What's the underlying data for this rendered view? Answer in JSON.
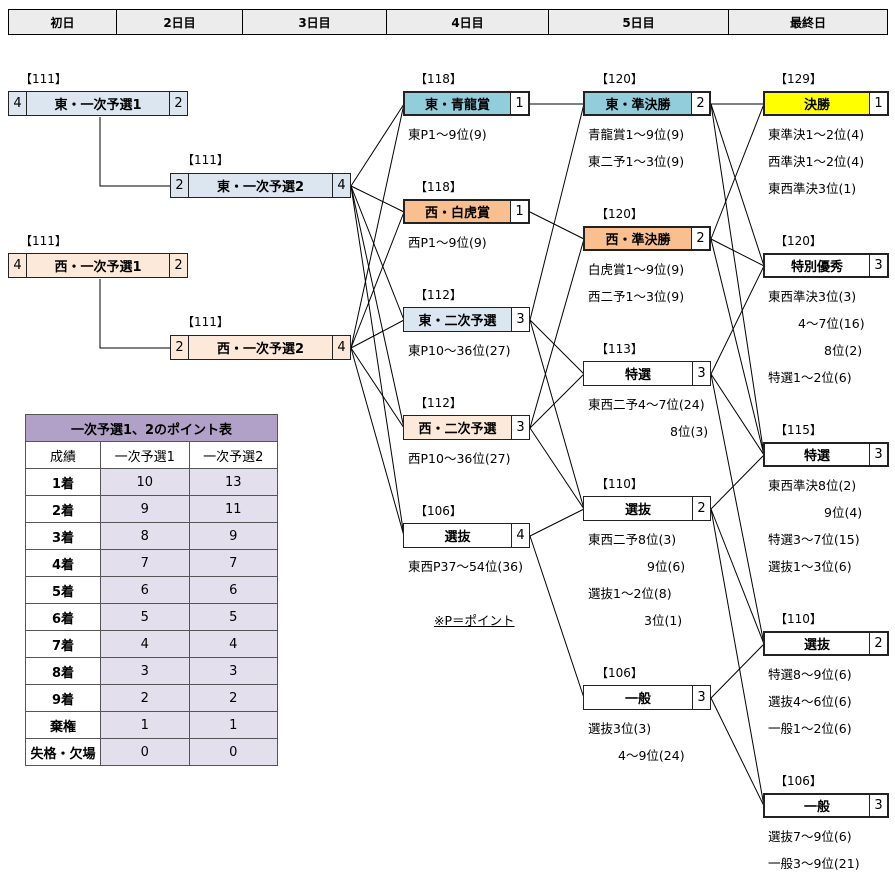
{
  "days": [
    "初日",
    "2日目",
    "3日目",
    "4日目",
    "5日目",
    "最終日"
  ],
  "races": {
    "e1a": {
      "code": "【111】",
      "label": "東・一次予選1",
      "left": "4",
      "right": "2"
    },
    "e1b": {
      "code": "【111】",
      "label": "東・一次予選2",
      "left": "2",
      "right": "4"
    },
    "w1a": {
      "code": "【111】",
      "label": "西・一次予選1",
      "left": "4",
      "right": "2"
    },
    "w1b": {
      "code": "【111】",
      "label": "西・一次予選2",
      "left": "2",
      "right": "4"
    },
    "seiryu": {
      "code": "【118】",
      "label": "東・青龍賞",
      "right": "1"
    },
    "byakko": {
      "code": "【118】",
      "label": "西・白虎賞",
      "right": "1"
    },
    "e2": {
      "code": "【112】",
      "label": "東・二次予選",
      "right": "3"
    },
    "w2": {
      "code": "【112】",
      "label": "西・二次予選",
      "right": "3"
    },
    "senbatsu4": {
      "code": "【106】",
      "label": "選抜",
      "right": "4"
    },
    "esemi": {
      "code": "【120】",
      "label": "東・準決勝",
      "right": "2"
    },
    "wsemi": {
      "code": "【120】",
      "label": "西・準決勝",
      "right": "2"
    },
    "tokusen5": {
      "code": "【113】",
      "label": "特選",
      "right": "3"
    },
    "senbatsu5": {
      "code": "【110】",
      "label": "選抜",
      "right": "2"
    },
    "ippan5": {
      "code": "【106】",
      "label": "一般",
      "right": "3"
    },
    "final": {
      "code": "【129】",
      "label": "決勝",
      "right": "1"
    },
    "tokuyu": {
      "code": "【120】",
      "label": "特別優秀",
      "right": "3"
    },
    "tokusen6": {
      "code": "【115】",
      "label": "特選",
      "right": "3"
    },
    "senbatsu6": {
      "code": "【110】",
      "label": "選抜",
      "right": "2"
    },
    "ippan6": {
      "code": "【106】",
      "label": "一般",
      "right": "3"
    }
  },
  "notes": {
    "seiryu": [
      "東P1～9位(9)"
    ],
    "byakko": [
      "西P1～9位(9)"
    ],
    "e2": [
      "東P10～36位(27)"
    ],
    "w2": [
      "西P10～36位(27)"
    ],
    "senbatsu4": [
      "東西P37～54位(36)"
    ],
    "pnote": "※P＝ポイント",
    "esemi": [
      "青龍賞1～9位(9)",
      "東二予1～3位(9)"
    ],
    "wsemi": [
      "白虎賞1～9位(9)",
      "西二予1～3位(9)"
    ],
    "tokusen5": [
      "東西二予4～7位(24)",
      "8位(3)"
    ],
    "senbatsu5": [
      "東西二予8位(3)",
      "9位(6)",
      "選抜1～2位(8)",
      "3位(1)"
    ],
    "ippan5": [
      "選抜3位(3)",
      "4～9位(24)"
    ],
    "final": [
      "東準決1～2位(4)",
      "西準決1～2位(4)",
      "東西準決3位(1)"
    ],
    "tokuyu": [
      "東西準決3位(3)",
      "4～7位(16)",
      "8位(2)",
      "特選1～2位(6)"
    ],
    "tokusen6": [
      "東西準決8位(2)",
      "9位(4)",
      "特選3～7位(15)",
      "選抜1～3位(6)"
    ],
    "senbatsu6": [
      "特選8～9位(6)",
      "選抜4～6位(6)",
      "一般1～2位(6)"
    ],
    "ippan6": [
      "選抜7～9位(6)",
      "一般3～9位(21)"
    ]
  },
  "points_table": {
    "title": "一次予選1、2のポイント表",
    "headers": [
      "成績",
      "一次予選1",
      "一次予選2"
    ],
    "rows": [
      [
        "1着",
        "10",
        "13"
      ],
      [
        "2着",
        "9",
        "11"
      ],
      [
        "3着",
        "8",
        "9"
      ],
      [
        "4着",
        "7",
        "7"
      ],
      [
        "5着",
        "6",
        "6"
      ],
      [
        "6着",
        "5",
        "5"
      ],
      [
        "7着",
        "4",
        "4"
      ],
      [
        "8着",
        "3",
        "3"
      ],
      [
        "9着",
        "2",
        "2"
      ],
      [
        "棄権",
        "1",
        "1"
      ],
      [
        "失格・欠場",
        "0",
        "0"
      ]
    ]
  },
  "colors": {
    "east": "#dce6f1",
    "west": "#fde9d9",
    "east_strong": "#92cddc",
    "west_strong": "#fabf8f",
    "final": "#ffff00",
    "table_title": "#b1a0c7",
    "table_cell": "#e4dfec"
  }
}
